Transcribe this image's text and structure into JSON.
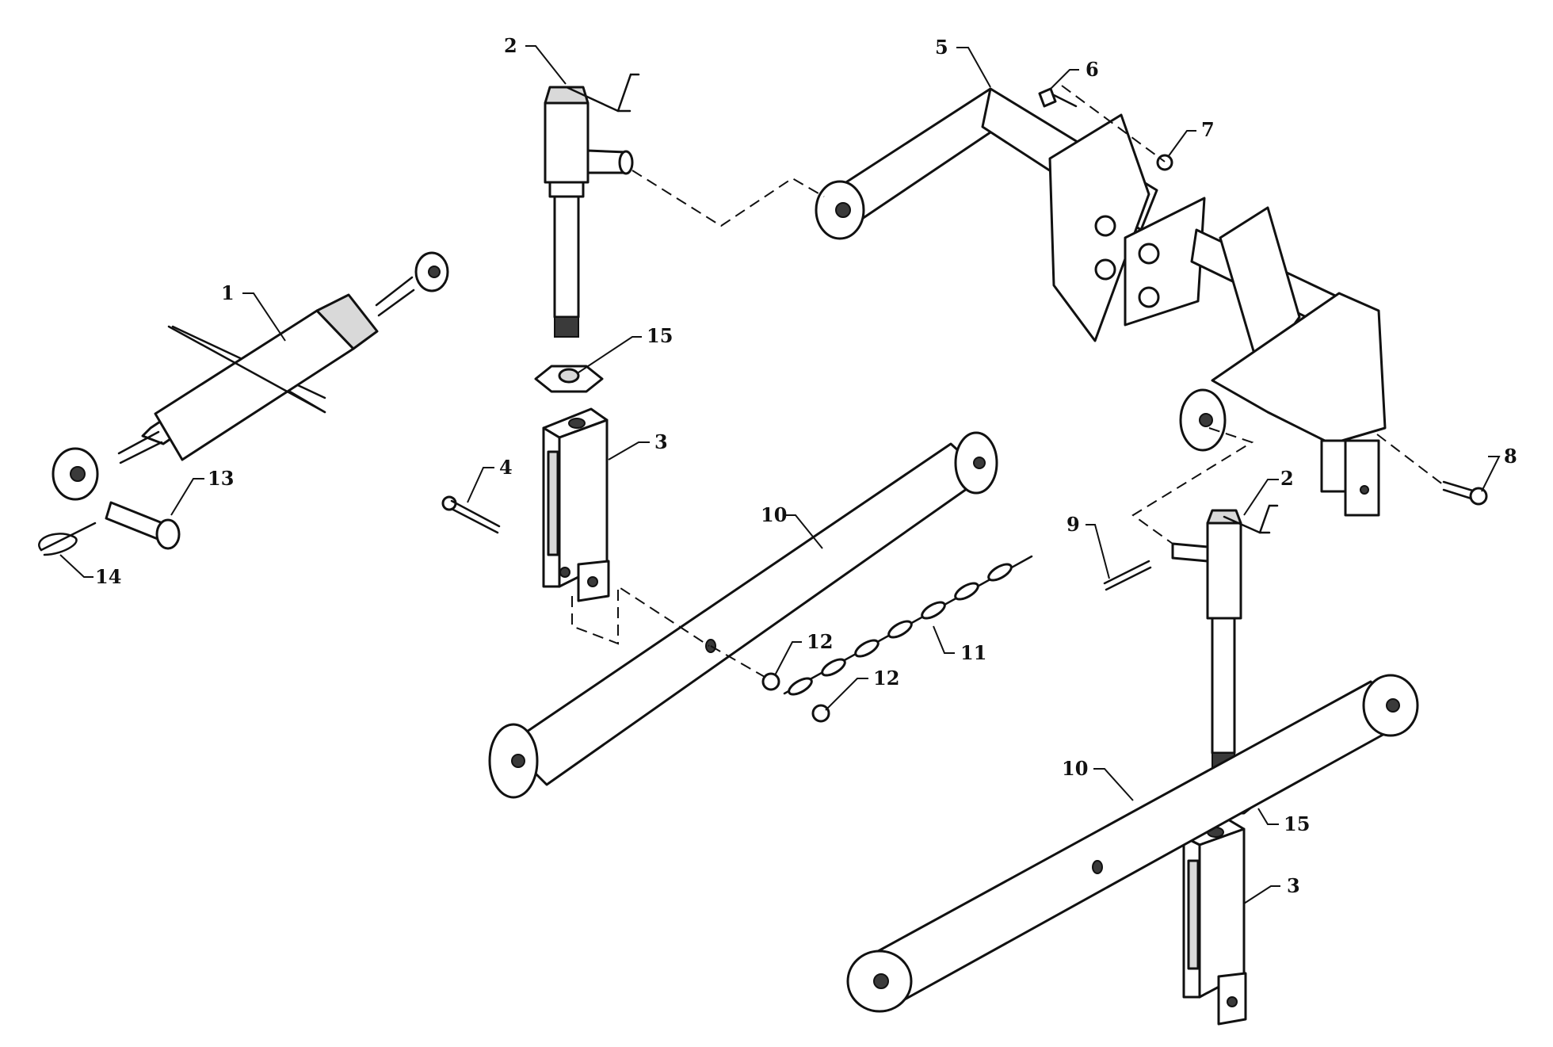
{
  "callouts": {
    "c1": "1",
    "c2a": "2",
    "c2b": "2",
    "c3a": "3",
    "c3b": "3",
    "c4": "4",
    "c5": "5",
    "c6": "6",
    "c7": "7",
    "c8": "8",
    "c9": "9",
    "c10a": "10",
    "c10b": "10",
    "c11": "11",
    "c12a": "12",
    "c12b": "12",
    "c13": "13",
    "c14": "14",
    "c15a": "15",
    "c15b": "15"
  }
}
